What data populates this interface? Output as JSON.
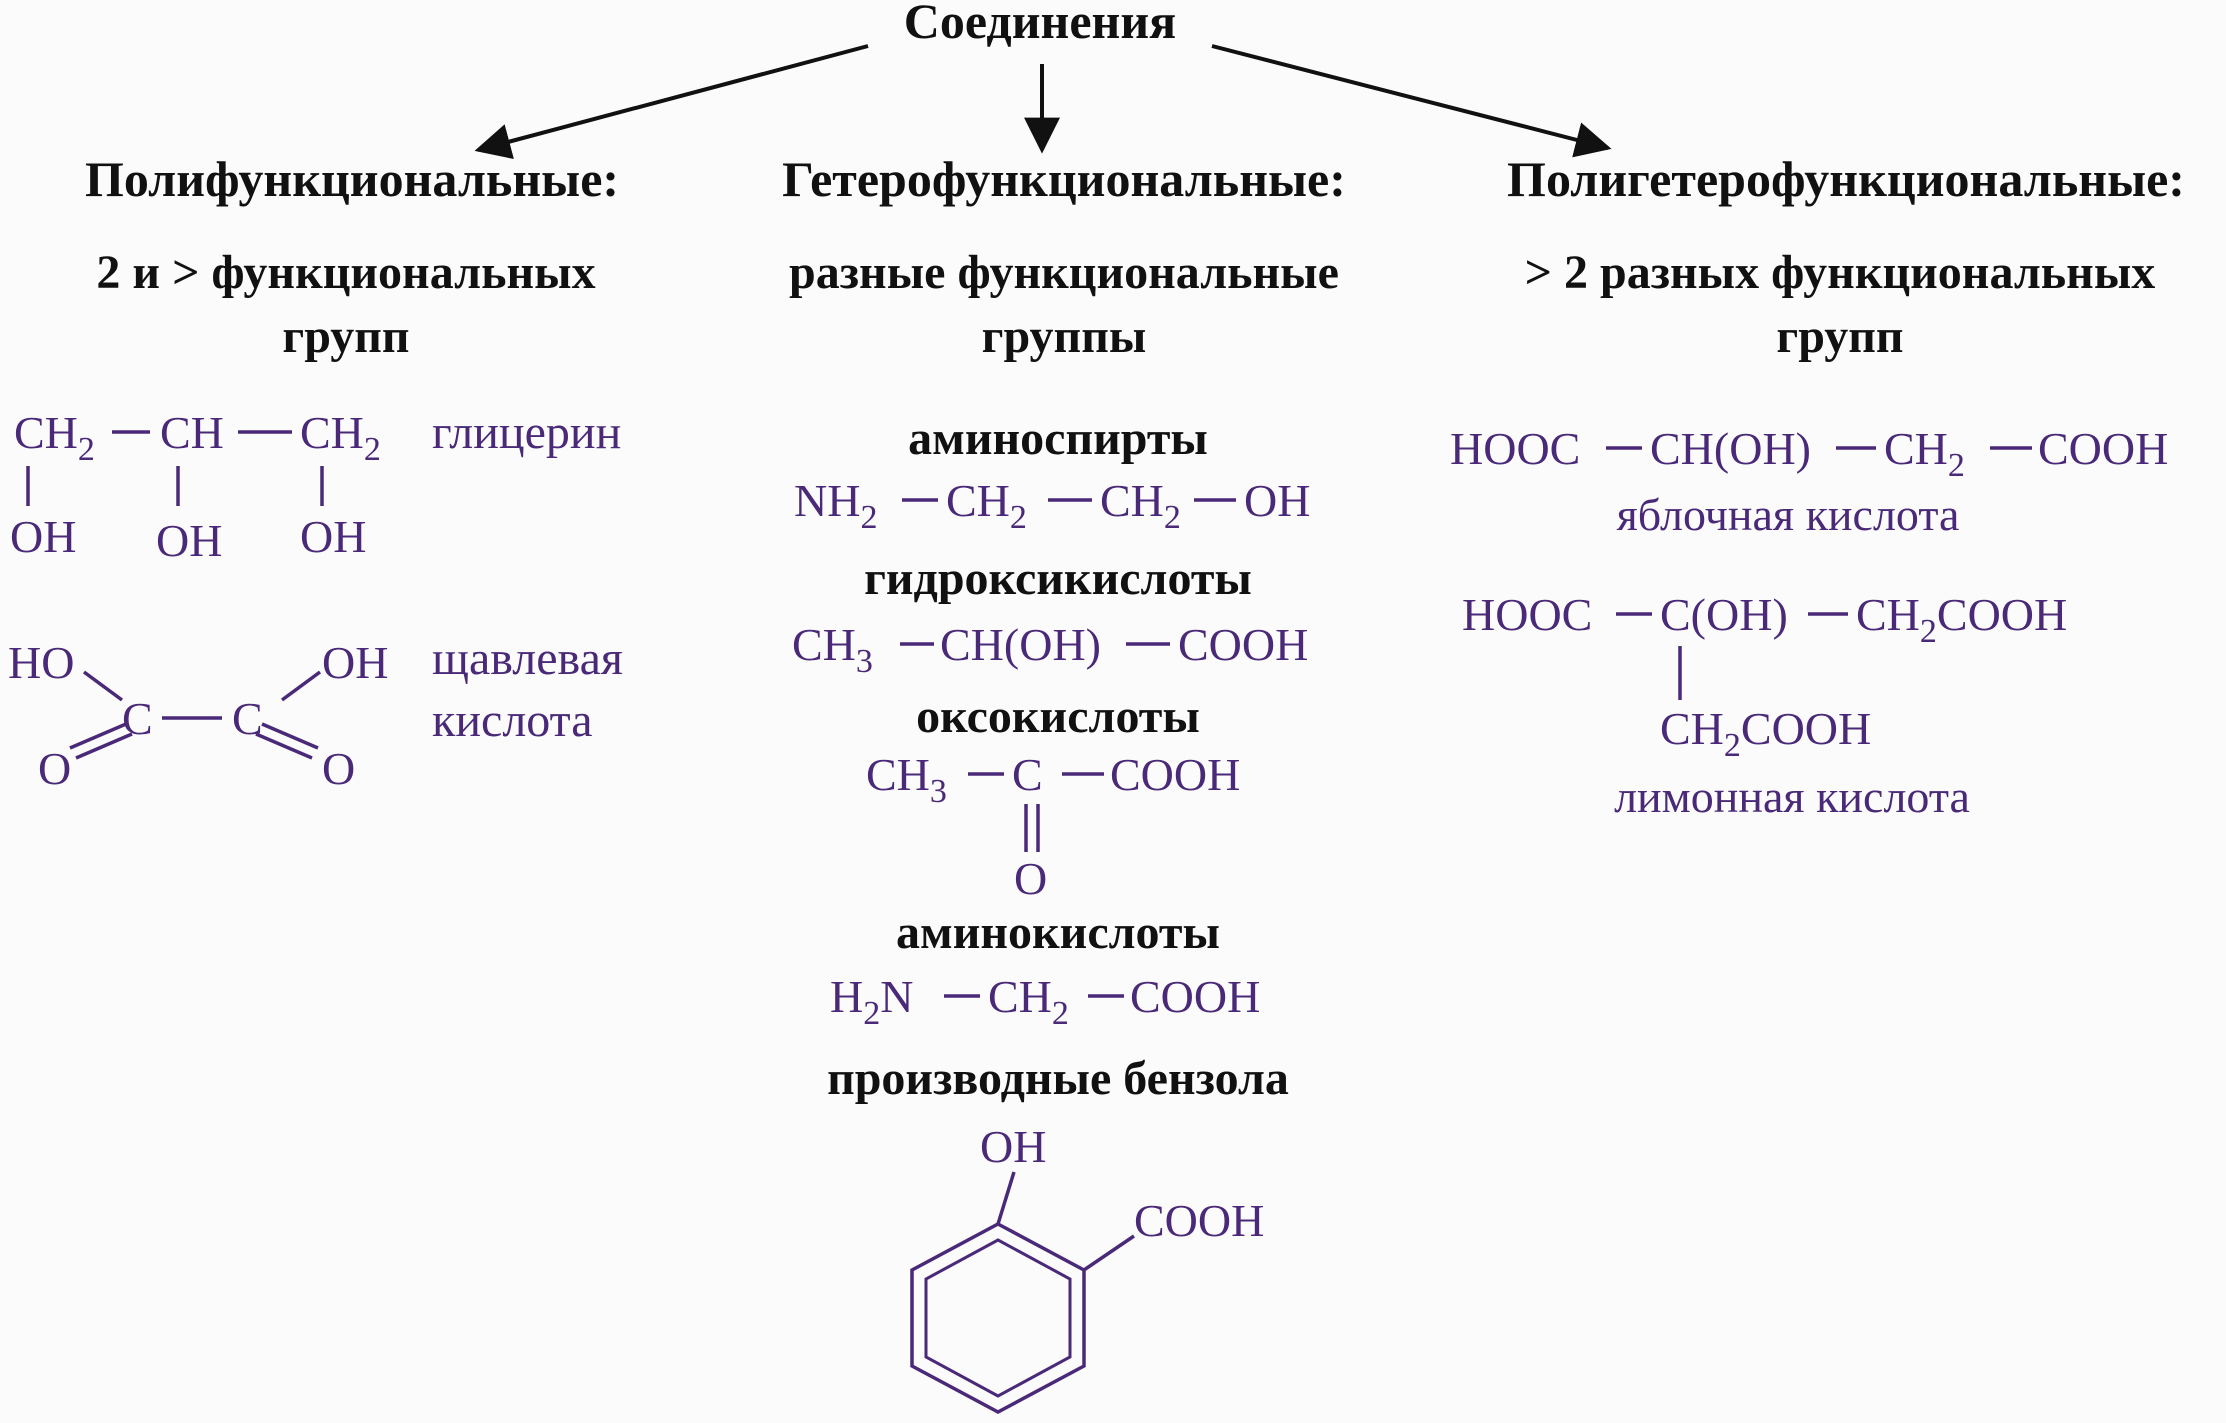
{
  "root": {
    "title": "Соединения"
  },
  "columns": [
    {
      "heading": "Полифункциональные:",
      "desc_line1": "2 и > функциональных",
      "desc_line2": "групп"
    },
    {
      "heading": "Гетерофункциональные:",
      "desc_line1": "разные функциональные",
      "desc_line2": "группы"
    },
    {
      "heading": "Полигетерофункциональные:",
      "desc_line1": "> 2 разных функциональных",
      "desc_line2": "групп"
    }
  ],
  "polyfunctional": {
    "glycerol": {
      "name": "глицерин",
      "atoms": {
        "c1": "CH",
        "c1_sub": "2",
        "c2": "CH",
        "c3": "CH",
        "c3_sub": "2",
        "o1": "OH",
        "o2": "OH",
        "o3": "OH"
      }
    },
    "oxalic": {
      "name_line1": "щавлевая",
      "name_line2": "кислота",
      "atoms": {
        "ho": "HO",
        "oh": "OH",
        "c1": "C",
        "c2": "C",
        "o1": "O",
        "o2": "O"
      }
    }
  },
  "heterofunctional": {
    "aminoalcohols": {
      "title": "аминоспирты",
      "f": {
        "a1": "NH",
        "a1s": "2",
        "a2": "CH",
        "a2s": "2",
        "a3": "CH",
        "a3s": "2",
        "a4": "OH"
      }
    },
    "hydroxyacids": {
      "title": "гидроксикислоты",
      "f": {
        "a1": "CH",
        "a1s": "3",
        "a2": "CH(OH)",
        "a3": "COOH"
      }
    },
    "oxoacids": {
      "title": "оксокислоты",
      "f": {
        "a1": "CH",
        "a1s": "3",
        "a2": "C",
        "a3": "COOH",
        "o": "O"
      }
    },
    "aminoacids": {
      "title": "аминокислоты",
      "f": {
        "a1": "H",
        "a1s": "2",
        "a1b": "N",
        "a2": "CH",
        "a2s": "2",
        "a3": "COOH"
      }
    },
    "benzene": {
      "title": "производные бензола",
      "f": {
        "oh": "OH",
        "cooh": "COOH"
      }
    }
  },
  "polyheterofunctional": {
    "malic": {
      "name": "яблочная кислота",
      "f": {
        "a1": "HOOC",
        "a2": "CH(OH)",
        "a3": "CH",
        "a3s": "2",
        "a4": "COOH"
      }
    },
    "citric": {
      "name": "лимонная кислота",
      "f": {
        "a1": "HOOC",
        "a2": "C(OH)",
        "a3": "CH",
        "a3s": "2",
        "a3b": "COOH",
        "b": "CH",
        "bs": "2",
        "bb": "COOH"
      }
    }
  },
  "colors": {
    "heading": "#111111",
    "formula": "#4a2a78",
    "background": "#fbfbfb"
  }
}
